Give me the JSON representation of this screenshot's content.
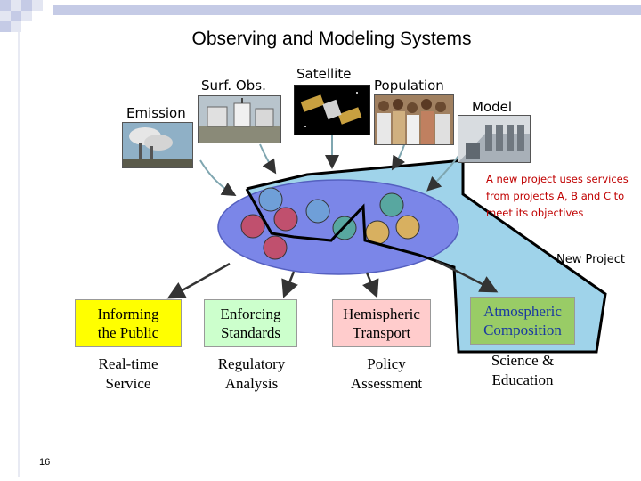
{
  "title": "Observing and Modeling Systems",
  "sources": {
    "emission": "Emission",
    "surf_obs": "Surf. Obs.",
    "satellite": "Satellite",
    "population": "Population",
    "model": "Model"
  },
  "note": "A new project uses services from projects A, B and C to meet its objectives",
  "new_project": "New Project",
  "applications": [
    {
      "line1": "Informing",
      "line2": "the Public",
      "sub1": "Real-time",
      "sub2": "Service"
    },
    {
      "line1": "Enforcing",
      "line2": "Standards",
      "sub1": "Regulatory",
      "sub2": "Analysis"
    },
    {
      "line1": "Hemispheric",
      "line2": "Transport",
      "sub1": "Policy",
      "sub2": "Assessment"
    },
    {
      "line1": "Atmospheric",
      "line2": "Composition",
      "sub1": "Science &",
      "sub2": "Education"
    }
  ],
  "page_number": "16",
  "colors": {
    "informing": "#ffff00",
    "enforcing": "#ccffcc",
    "hemispheric": "#ffcccc",
    "atmospheric": "#99cc66",
    "ellipse": "#7b86e8",
    "new_project_region": "#8ecbe6",
    "note": "#c00000",
    "node_blue": "#6f9fd8",
    "node_red": "#c0506e",
    "node_teal": "#58a7a0",
    "node_tan": "#d8b060"
  }
}
